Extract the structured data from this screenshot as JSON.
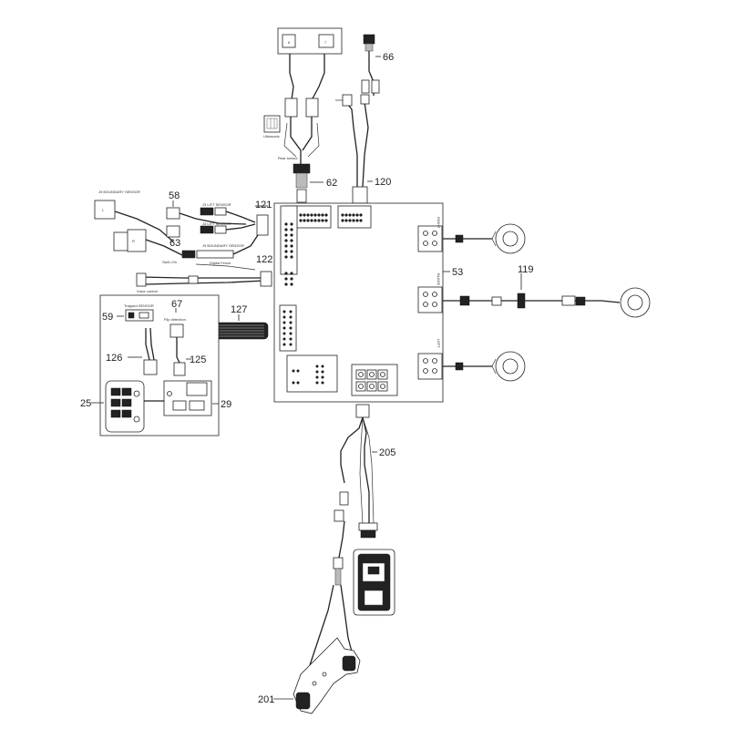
{
  "diagram": {
    "labels": {
      "ultrasonic": "Ultrasonic",
      "rear_sensor": "Rear sensor",
      "boundary_sensor_l": "J9 BOUNDARY SENSOR",
      "boundary_sensor_r": "J9 BOUNDARY SENSOR",
      "lift_sensor_1": "J3 LIFT SENSOR",
      "lift_sensor_2": "J4 LIFT SENSOR",
      "lift_box_l": "L",
      "lift_box_r": "R",
      "digital_fence": "Digital Fence",
      "voice_control": "Voice control",
      "sw_on_off": "SwD=On",
      "trapped_sensor": "Trapped SENSOR",
      "flip_detection": "Flip detection",
      "right": "RIGHT",
      "blade": "BLADE",
      "left": "LEFT",
      "conn_6": "6",
      "conn_7": "7"
    },
    "part_numbers": {
      "p66": "66",
      "p62": "62",
      "p120": "120",
      "p58": "58",
      "p121": "121",
      "p63": "63",
      "p122": "122",
      "p53": "53",
      "p119": "119",
      "p67": "67",
      "p127": "127",
      "p59": "59",
      "p126": "126",
      "p125": "125",
      "p25": "25",
      "p29": "29",
      "p205": "205",
      "p201": "201"
    }
  }
}
